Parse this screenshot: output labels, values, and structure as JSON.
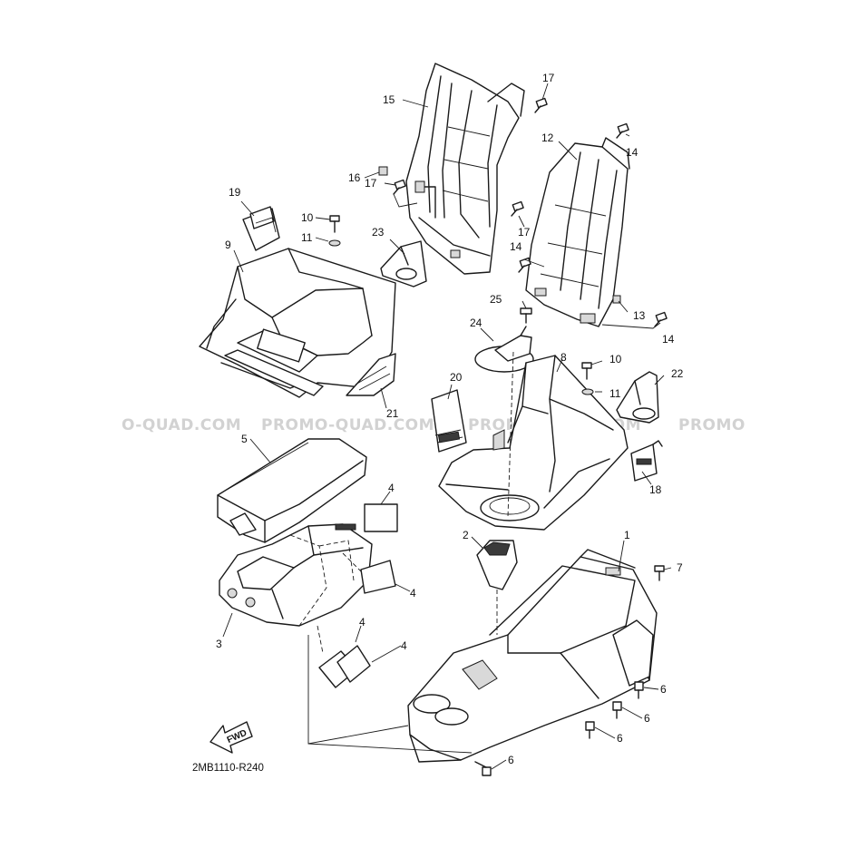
{
  "watermark": {
    "segments": [
      "O-QUAD.COM",
      "PROMO-QUAD.COM",
      "PROMO-QUAD.COM",
      "PROMO"
    ]
  },
  "diagram": {
    "code": "2MB1110-R240",
    "fwd_label": "FWD",
    "callouts": {
      "c1": "1",
      "c2": "2",
      "c3": "3",
      "c4a": "4",
      "c4b": "4",
      "c4c": "4",
      "c4d": "4",
      "c5": "5",
      "c6a": "6",
      "c6b": "6",
      "c6c": "6",
      "c6d": "6",
      "c7": "7",
      "c8": "8",
      "c9": "9",
      "c10a": "10",
      "c10b": "10",
      "c11a": "11",
      "c11b": "11",
      "c12": "12",
      "c13": "13",
      "c14a": "14",
      "c14b": "14",
      "c14c": "14",
      "c15": "15",
      "c16": "16",
      "c17a": "17",
      "c17b": "17",
      "c17c": "17",
      "c18": "18",
      "c19": "19",
      "c20": "20",
      "c21": "21",
      "c22": "22",
      "c23": "23",
      "c24": "24",
      "c25": "25"
    }
  }
}
